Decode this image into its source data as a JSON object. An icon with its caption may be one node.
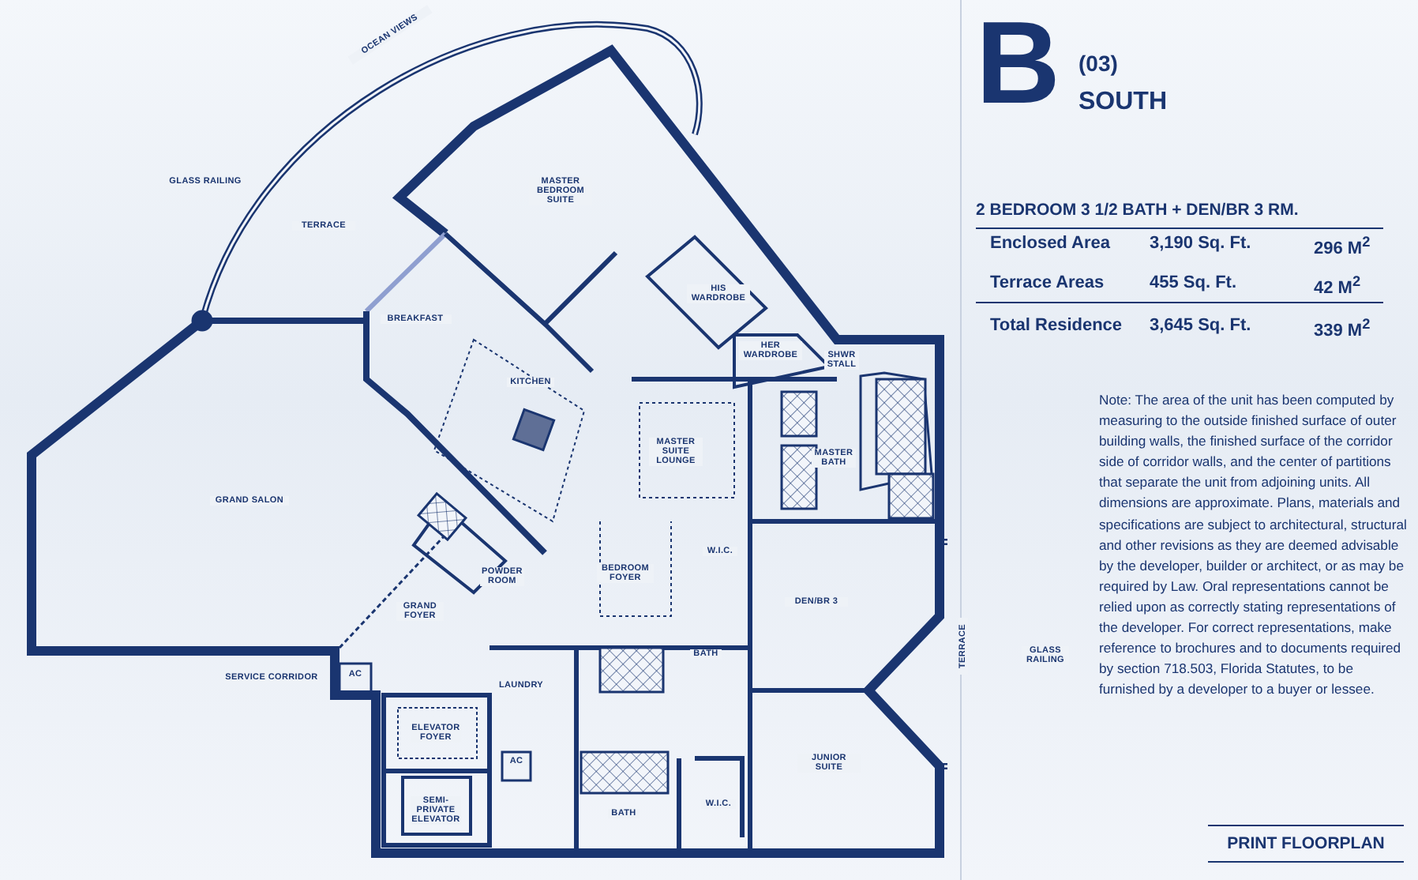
{
  "diagram": {
    "title": "B",
    "labels": [
      "OCEAN VIEWS",
      "GLASS RAILING",
      "TERRACE",
      "MASTER BEDROOM SUITE",
      "HIS WARDROBE",
      "BREAKFAST",
      "HER WARDROBE",
      "SHWR STALL",
      "KITCHEN",
      "MASTER SUITE LOUNGE",
      "MASTER BATH",
      "GRAND SALON",
      "POWDER ROOM",
      "BEDROOM FOYER",
      "W.I.C.",
      "DEN/BR 3",
      "GRAND FOYER",
      "SERVICE CORRIDOR",
      "AC",
      "ELEVATOR FOYER",
      "LAUNDRY",
      "BATH",
      "TERRACE",
      "GLASS RAILING",
      "AC",
      "SEMI-PRIVATE ELEVATOR",
      "BATH",
      "W.I.C.",
      "JUNIOR SUITE",
      "(03)",
      "SOUTH",
      "2 BEDROOM 3 1/2 BATH + DEN/BR 3 RM.",
      "Enclosed Area",
      "3,190 Sq. Ft.",
      "296 M$^{2}$",
      "Terrace Areas",
      "455 Sq. Ft.",
      "42 M$^{2}$",
      "Total Residence",
      "3,645 Sq. Ft.",
      "339 M$^{2}$",
      "Note: The area of the unit has been computed by measuring to the outside finished surface of outer building walls, the finished surface of the corridor side of corridor walls, and the center of partitions that separate the unit from adjoining units. All dimensions are approximate. Plans, materials and specifications are subject to architectural, structural and other revisions as they are deemed advisable by the developer, builder or architect, or as may be required by Law. Oral representations cannot be relied upon as correctly stating representations of the developer. For correct representations, make reference to brochures and to documents required by section 718.503, Florida Statutes, to be furnished by a developer to a buyer or lessee.",
      "PRINT FLOORPLAN"
    ]
  }
}
